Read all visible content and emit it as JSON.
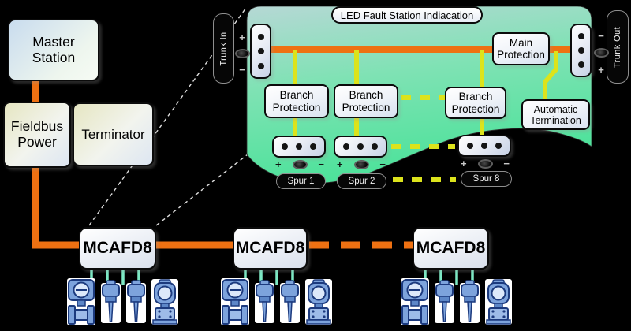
{
  "background_color": "#000000",
  "colors": {
    "trunk_orange": "#ee7112",
    "spur_yellow": "#dce31c",
    "device_drop_mint": "#7ce9c4",
    "panel_gradient_top": "#b6d8d5",
    "panel_gradient_bottom": "#4ce29a",
    "callout_dash": "#dddddd"
  },
  "left_column": {
    "master_station": "Master Station",
    "fieldbus_power": "Fieldbus Power",
    "terminator": "Terminator"
  },
  "panel": {
    "title": "LED Fault Station Indiacation",
    "trunk_in_label": "Trunk In",
    "trunk_out_label": "Trunk Out",
    "main_protection": "Main Protection",
    "automatic_termination": "Automatic Termination",
    "branch_protection": [
      "Branch Protection",
      "Branch Protection",
      "Branch Protection"
    ],
    "spur_labels": [
      "Spur 1",
      "Spur 2",
      "Spur 8"
    ],
    "polarity": {
      "plus": "+",
      "minus": "−"
    }
  },
  "couplers": [
    {
      "label": "MCAFD8"
    },
    {
      "label": "MCAFD8"
    },
    {
      "label": "MCAFD8"
    }
  ],
  "field_devices": {
    "groups": [
      {
        "types": [
          "flowmeter",
          "probe",
          "probe",
          "pressure"
        ]
      },
      {
        "types": [
          "flowmeter",
          "probe",
          "probe",
          "pressure"
        ]
      },
      {
        "types": [
          "flowmeter",
          "probe",
          "probe",
          "pressure"
        ]
      }
    ]
  }
}
